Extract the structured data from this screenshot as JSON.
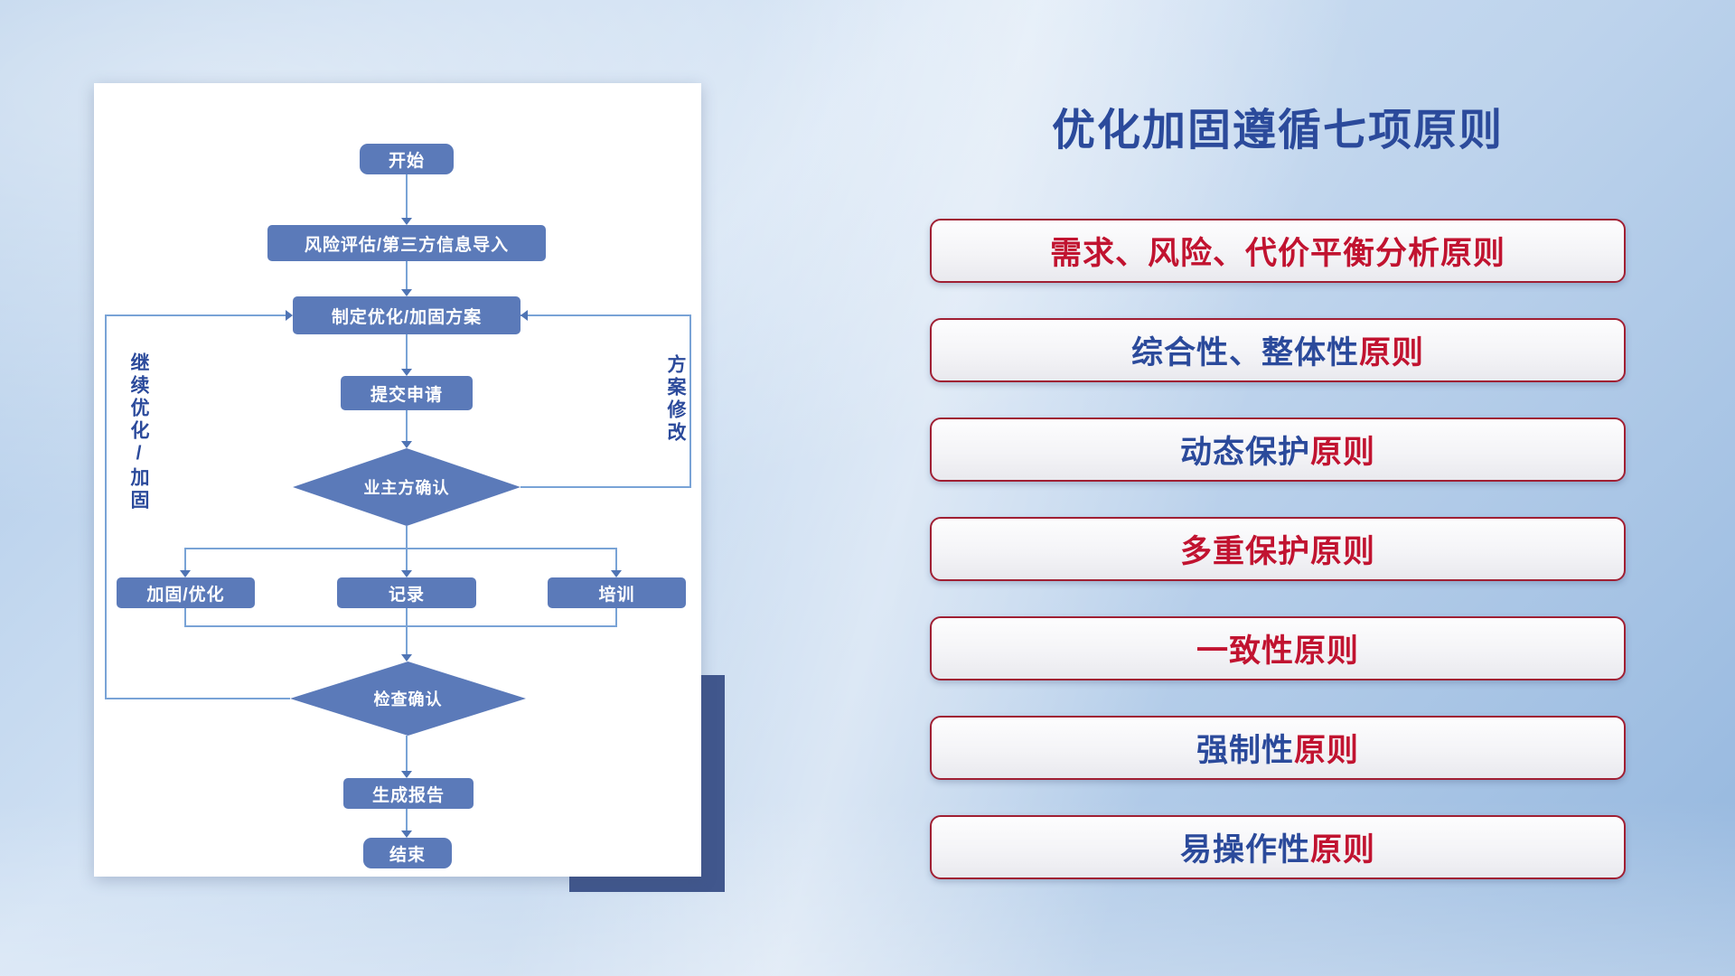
{
  "slide": {
    "title": "优化加固遵循七项原则"
  },
  "flowchart": {
    "nodes": {
      "start": "开始",
      "risk_import": "风险评估/第三方信息导入",
      "make_plan": "制定优化/加固方案",
      "submit": "提交申请",
      "owner_confirm": "业主方确认",
      "harden_optimize": "加固/优化",
      "record": "记录",
      "training": "培训",
      "check_confirm": "检查确认",
      "generate_report": "生成报告",
      "end": "结束"
    },
    "loop_labels": {
      "left": "继续优化/加固",
      "right": "方案修改"
    }
  },
  "principles": [
    {
      "blue": "",
      "red": "需求、风险、代价平衡分析原则"
    },
    {
      "blue": "综合性、整体性",
      "red": "原则"
    },
    {
      "blue": "动态保护",
      "red": "原则"
    },
    {
      "blue": "",
      "red": "多重保护原则"
    },
    {
      "blue": "",
      "red": "一致性原则"
    },
    {
      "blue": "强制性",
      "red": "原则"
    },
    {
      "blue": "易操作性",
      "red": "原则"
    }
  ],
  "colors": {
    "title_blue": "#2b4a9b",
    "principle_blue": "#2b4a9b",
    "principle_red": "#c11330",
    "principle_border": "#a01f33",
    "node_fill": "#5b7ab9",
    "connector": "#79a3d6",
    "connector_arrow": "#4f74b4",
    "accent_navy": "#41578d"
  }
}
